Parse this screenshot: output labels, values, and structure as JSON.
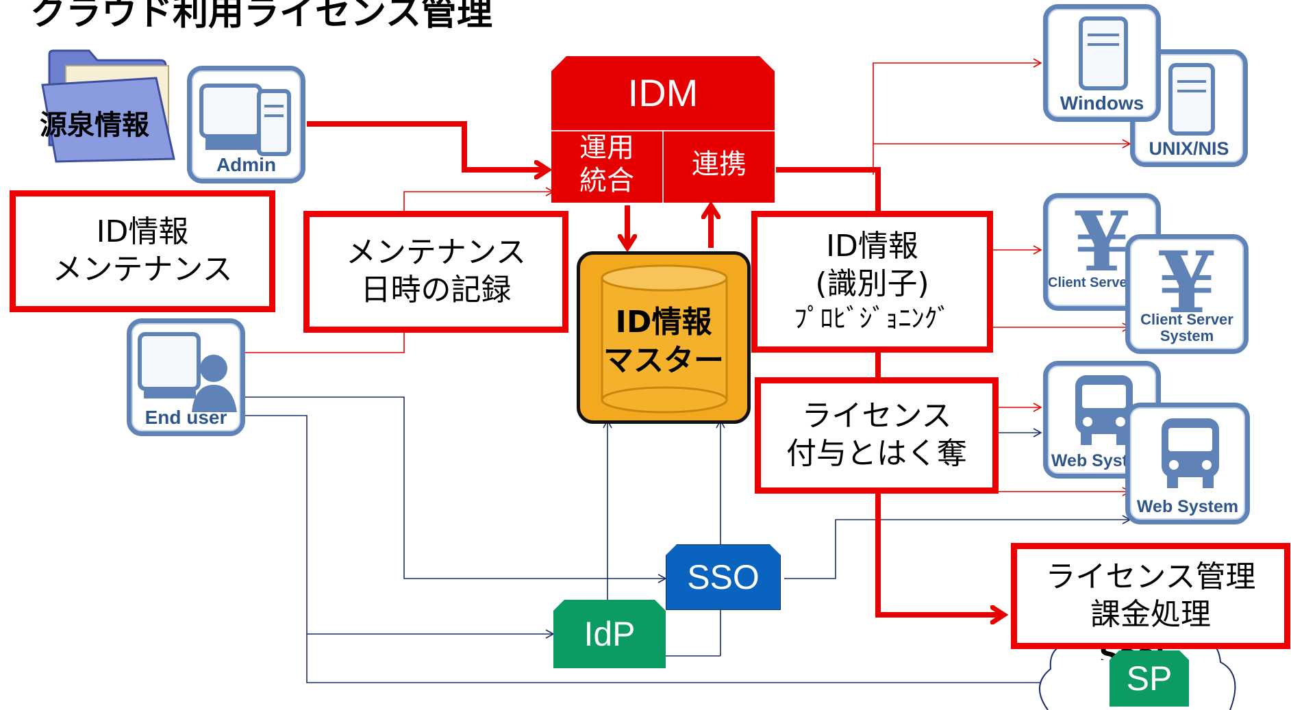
{
  "title": "クラウド利用ライセンス管理",
  "source": {
    "label": "源泉情報",
    "admin_label": "Admin",
    "enduser_label": "End user"
  },
  "idm": {
    "title": "IDM",
    "left_line1": "運用",
    "left_line2": "統合",
    "right": "連携"
  },
  "master": {
    "line1": "ID情報",
    "line2": "マスター"
  },
  "notes": {
    "id_maintenance": {
      "line1": "ID情報",
      "line2": "メンテナンス"
    },
    "maintenance_log": {
      "line1": "メンテナンス",
      "line2": "日時の記録"
    },
    "provisioning": {
      "line1": "ID情報",
      "line2": "(識別子)",
      "line3": "ﾌﾟﾛﾋﾞｼﾞｮﾆﾝｸﾞ"
    },
    "license": {
      "line1": "ライセンス",
      "line2": "付与とはく奪"
    },
    "billing": {
      "line1": "ライセンス管理",
      "line2": "課金処理"
    }
  },
  "systems": {
    "windows": "Windows",
    "unix": "UNIX/NIS",
    "client_server_back": "Client Server System",
    "client_server_front_line1": "Client Server",
    "client_server_front_line2": "System",
    "web_back": "Web System",
    "web_front": "Web System"
  },
  "protocols": {
    "sso": "SSO",
    "idp": "IdP",
    "sp": "SP",
    "cloud_partial": "SaaS"
  },
  "colors": {
    "red": "#e60000",
    "navy": "#1a2c6b",
    "tile_border": "#5f83b7",
    "sso": "#0b63c0",
    "green": "#0c9b63",
    "master": "#f2a81f"
  }
}
